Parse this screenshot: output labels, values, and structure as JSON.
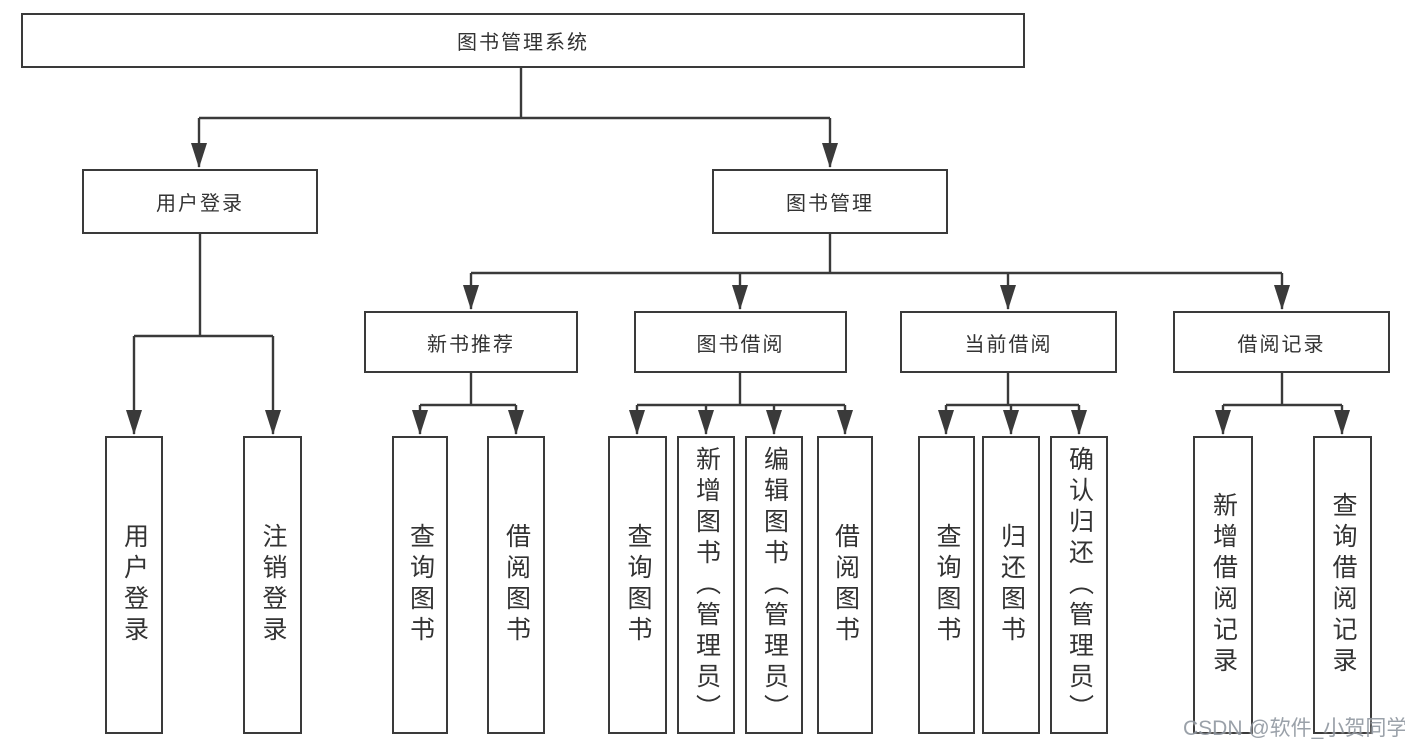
{
  "colors": {
    "line": "#3a3a3a",
    "text": "#333333",
    "background": "#ffffff",
    "watermark": "#9097a0"
  },
  "watermark": {
    "text": "CSDN @软件_小贺同学"
  },
  "tree": {
    "root": {
      "label": "图书管理系统"
    },
    "level2": [
      {
        "label": "用户登录"
      },
      {
        "label": "图书管理"
      }
    ],
    "level3": [
      {
        "label": "新书推荐"
      },
      {
        "label": "图书借阅"
      },
      {
        "label": "当前借阅"
      },
      {
        "label": "借阅记录"
      }
    ],
    "leaves": {
      "user_login": [
        {
          "label": "用户登录"
        },
        {
          "label": "注销登录"
        }
      ],
      "new_book_rec": [
        {
          "label": "查询图书"
        },
        {
          "label": "借阅图书"
        }
      ],
      "book_borrow": [
        {
          "label": "查询图书"
        },
        {
          "label": "新增图书（管理员）"
        },
        {
          "label": "编辑图书（管理员）"
        },
        {
          "label": "借阅图书"
        }
      ],
      "current_borrow": [
        {
          "label": "查询图书"
        },
        {
          "label": "归还图书"
        },
        {
          "label": "确认归还（管理员）"
        }
      ],
      "borrow_records": [
        {
          "label": "新增借阅记录"
        },
        {
          "label": "查询借阅记录"
        }
      ]
    }
  }
}
